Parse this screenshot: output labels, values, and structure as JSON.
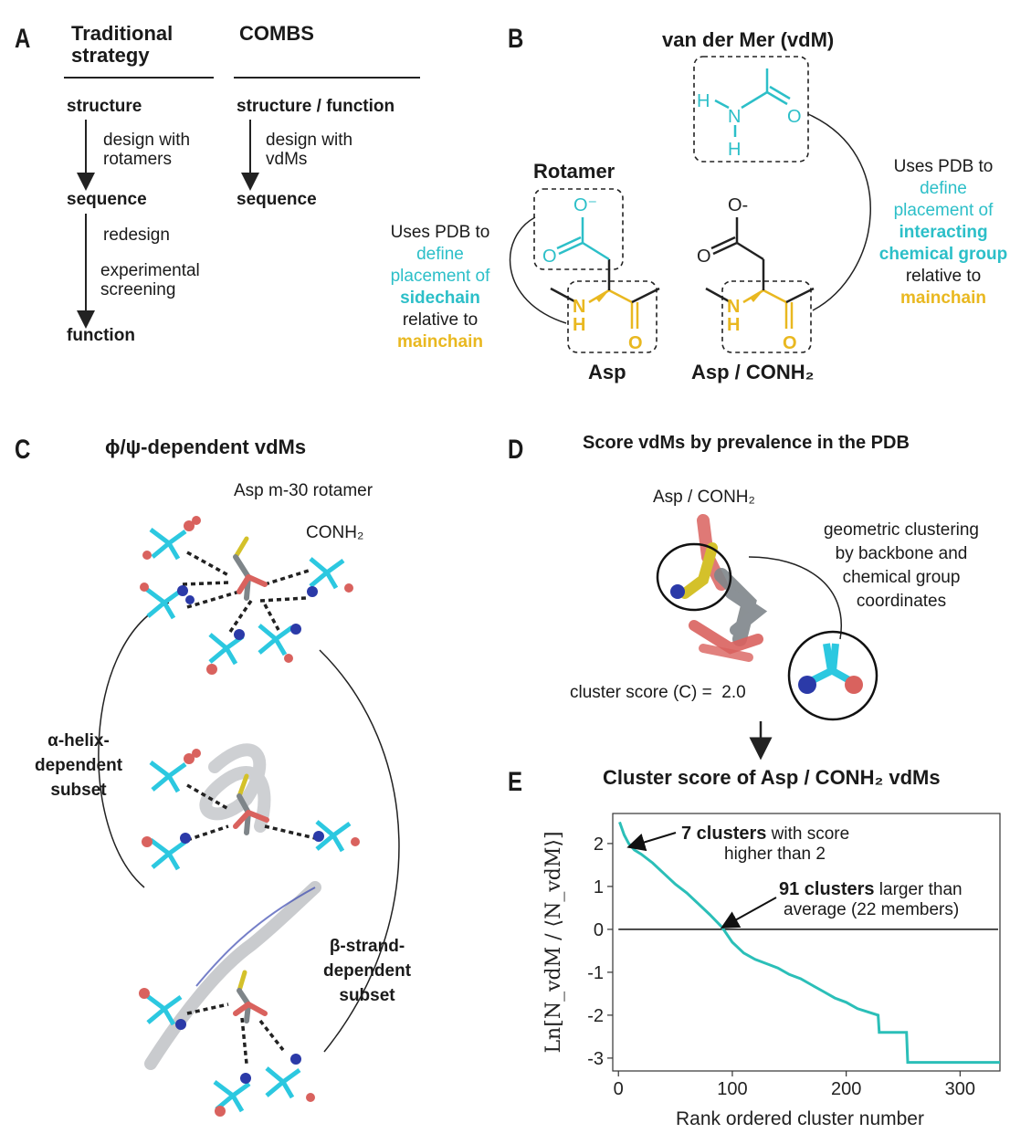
{
  "panel_a": {
    "label": "A",
    "col1_header": "Traditional\nstrategy",
    "col2_header": "COMBS",
    "col1_steps": [
      "structure",
      "sequence",
      "function"
    ],
    "col1_arrows": [
      "design with\nrotamers",
      "redesign",
      "experimental\nscreening"
    ],
    "col2_steps": [
      "structure / function",
      "sequence"
    ],
    "col2_arrows": [
      "design with\nvdMs"
    ]
  },
  "panel_b": {
    "label": "B",
    "title": "van der Mer (vdM)",
    "rotamer_label": "Rotamer",
    "asp_label": "Asp",
    "asp_conh2_label": "Asp / CONH₂",
    "left_text": {
      "l1": "Uses PDB to",
      "l2": "define",
      "l3": "placement of",
      "l4": "sidechain",
      "l5": "relative to",
      "l6": "mainchain"
    },
    "right_text": {
      "l1": "Uses PDB to",
      "l2": "define",
      "l3": "placement of",
      "l4": "interacting",
      "l5": "chemical group",
      "l6": "relative to",
      "l7": "mainchain"
    },
    "atoms": {
      "o_minus": "O⁻",
      "o": "O",
      "n": "N",
      "h": "H"
    }
  },
  "panel_c": {
    "label": "C",
    "title": "ϕ/ψ-dependent vdMs",
    "rotamer_label": "Asp m-30 rotamer",
    "conh2_label": "CONH₂",
    "helix_label": "α-helix-\ndependent\nsubset",
    "strand_label": "β-strand-\ndependent\nsubset"
  },
  "panel_d": {
    "label": "D",
    "title": "Score vdMs by prevalence in the PDB",
    "asp_conh2_label": "Asp / CONH₂",
    "clustering_text": "geometric clustering\nby backbone and\nchemical group\ncoordinates",
    "cluster_score_text": "cluster score (C) =  2.0"
  },
  "panel_e": {
    "label": "E",
    "title": "Cluster score of Asp / CONH₂ vdMs",
    "annot1_bold": "7 clusters",
    "annot1_rest": " with score",
    "annot1_line2": "higher than 2",
    "annot2_bold": "91 clusters",
    "annot2_rest": " larger than",
    "annot2_line2": "average (22 members)"
  },
  "colors": {
    "teal": "#2cbfc8",
    "gold": "#e9b820",
    "oxygen": "#d9625e",
    "nitrogen": "#2b3aa8",
    "carbon": "#7e8589",
    "line": "#2bbfb8"
  },
  "chart_data": {
    "type": "line",
    "xlabel": "Rank ordered cluster number",
    "ylabel": "Ln[N_vdM / ⟨N_vdM⟩]",
    "xlim": [
      -5,
      335
    ],
    "ylim": [
      -3.3,
      2.7
    ],
    "xticks": [
      0,
      100,
      200,
      300
    ],
    "yticks": [
      2,
      1,
      0,
      -1,
      -2,
      -3
    ],
    "ytick_labels": [
      "2",
      "1",
      "0",
      "-1",
      "-2",
      "-3"
    ],
    "reference_line_y": 0,
    "series": [
      {
        "name": "",
        "x": [
          1,
          5,
          9,
          14,
          20,
          30,
          40,
          50,
          60,
          70,
          80,
          91,
          100,
          110,
          120,
          130,
          140,
          150,
          160,
          170,
          180,
          190,
          200,
          210,
          228,
          229,
          253,
          254,
          335
        ],
        "y": [
          2.5,
          2.2,
          2.0,
          1.85,
          1.75,
          1.55,
          1.3,
          1.05,
          0.85,
          0.6,
          0.35,
          0.05,
          -0.3,
          -0.55,
          -0.7,
          -0.8,
          -0.9,
          -1.05,
          -1.15,
          -1.3,
          -1.45,
          -1.6,
          -1.7,
          -1.85,
          -2.0,
          -2.4,
          -2.4,
          -3.1,
          -3.1
        ]
      }
    ]
  }
}
